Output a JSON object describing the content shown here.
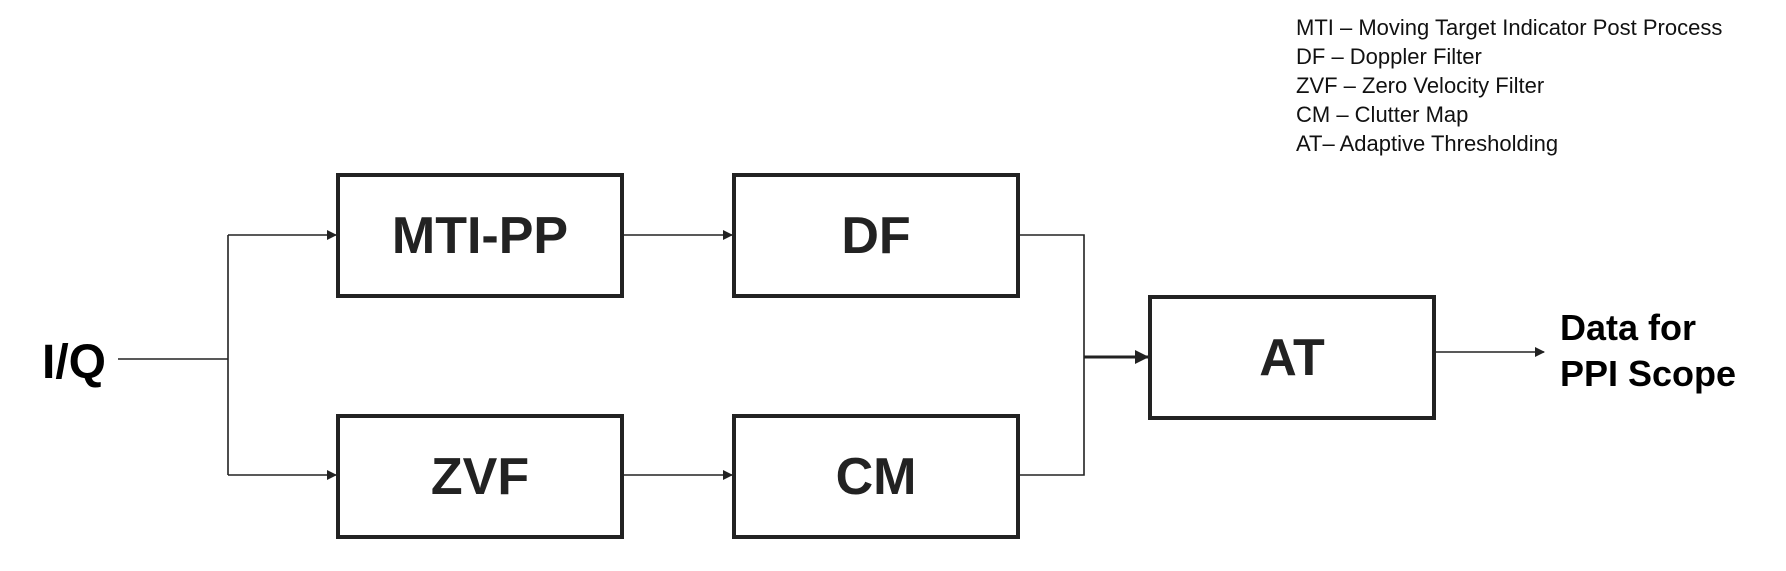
{
  "legend": [
    "MTI – Moving Target Indicator Post Process",
    "DF – Doppler Filter",
    "ZVF – Zero Velocity Filter",
    "CM – Clutter Map",
    "AT– Adaptive Thresholding"
  ],
  "input": {
    "label": "I/Q"
  },
  "blocks": {
    "mti_pp": "MTI-PP",
    "df": "DF",
    "zvf": "ZVF",
    "cm": "CM",
    "at": "AT"
  },
  "output": {
    "line1": "Data for",
    "line2": "PPI Scope"
  },
  "colors": {
    "stroke": "#222222",
    "text": "#222222",
    "background": "#ffffff"
  }
}
